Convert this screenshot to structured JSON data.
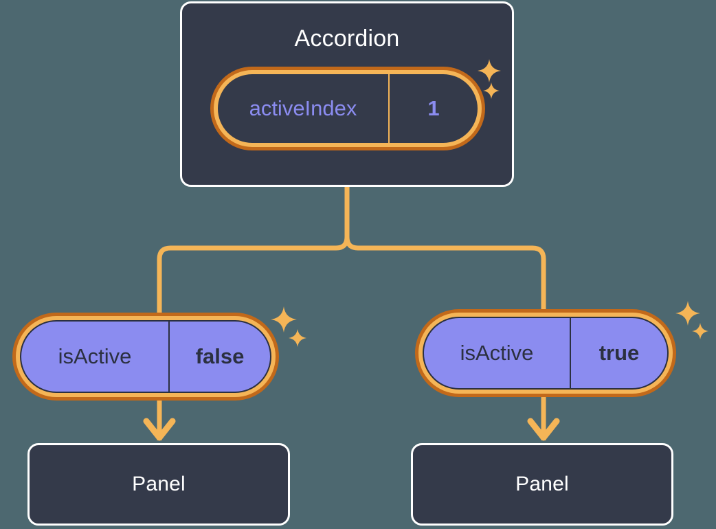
{
  "diagram": {
    "title": "Accordion component state tree",
    "background_color": "#4d6870",
    "accent_color": "#f5b557",
    "accent_dark_color": "#c2691a",
    "card_fill_color": "#343a4a",
    "card_border_color": "#ffffff",
    "pill_fill_color": "#8b8cf0",
    "pill_text_color": "#2b3040",
    "state_text_color": "#8b8cf0"
  },
  "root": {
    "label": "Accordion",
    "state": {
      "key": "activeIndex",
      "value": "1"
    }
  },
  "branches": [
    {
      "state": {
        "key": "isActive",
        "value": "false"
      },
      "child": {
        "label": "Panel"
      }
    },
    {
      "state": {
        "key": "isActive",
        "value": "true"
      },
      "child": {
        "label": "Panel"
      }
    }
  ],
  "icons": {
    "sparkle": "sparkle-icon",
    "arrow": "arrow-down-icon"
  }
}
